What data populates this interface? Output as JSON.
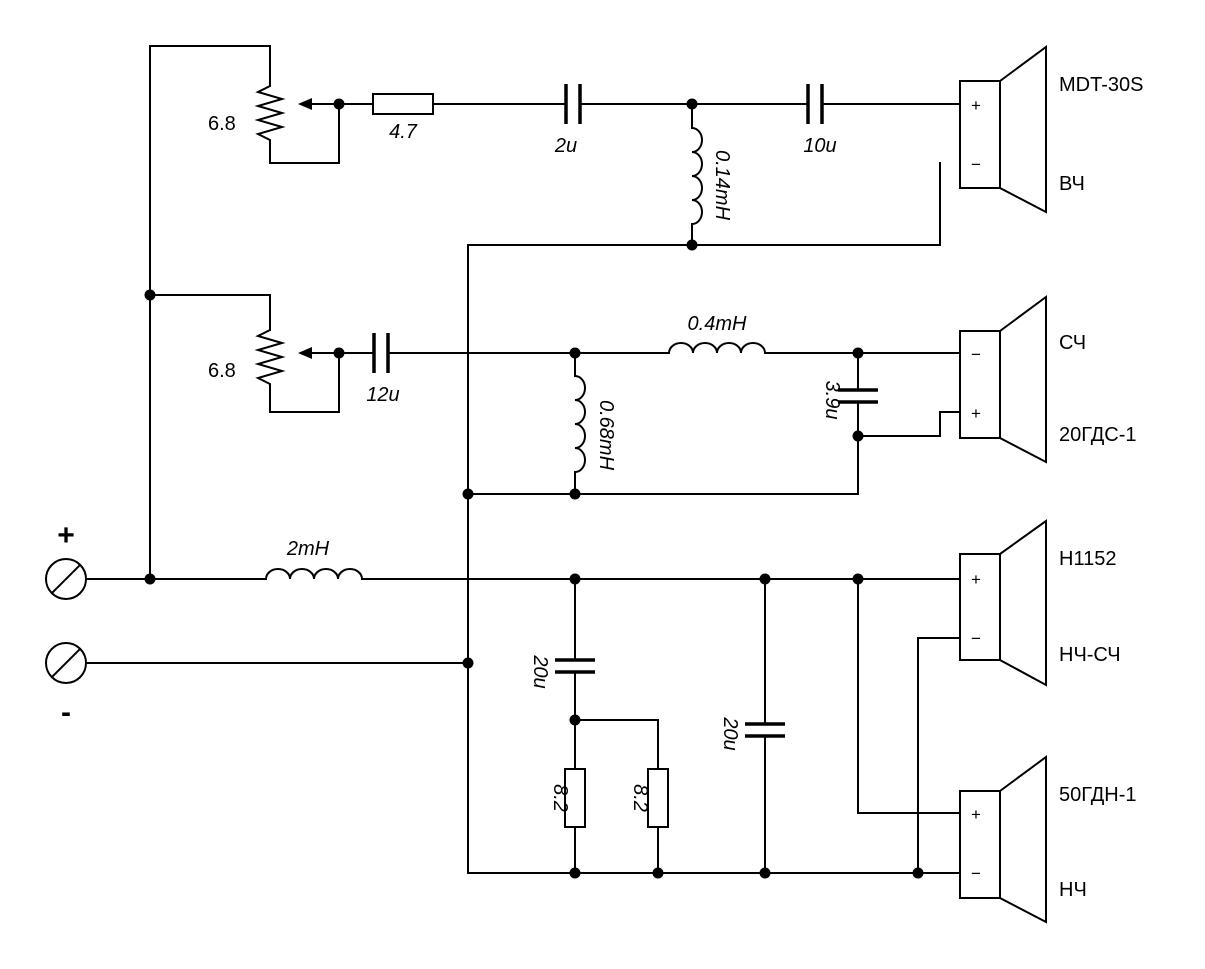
{
  "terminals": {
    "plus": "+",
    "minus": "-"
  },
  "components": {
    "pot_top": "6.8",
    "pot_mid": "6.8",
    "r_tweeter": "4.7",
    "c_tweeter_1": "2u",
    "c_tweeter_2": "10u",
    "l_tweeter": "0.14mH",
    "c_mid_series": "12u",
    "l_mid_series": "0.4mH",
    "l_mid_shunt": "0.68mH",
    "c_mid_shunt": "3.9u",
    "l_bass": "2mH",
    "c_bass_zobel": "20u",
    "c_bass_shunt": "20u",
    "r_bass_1": "8.2",
    "r_bass_2": "8.2"
  },
  "speakers": [
    {
      "model": "MDT-30S",
      "band": "ВЧ",
      "top_pin": "+",
      "bottom_pin": "−"
    },
    {
      "model": "СЧ",
      "band": "20ГДС-1",
      "top_pin": "−",
      "bottom_pin": "+"
    },
    {
      "model": "H1152",
      "band": "НЧ-СЧ",
      "top_pin": "+",
      "bottom_pin": "−"
    },
    {
      "model": "50ГДН-1",
      "band": "НЧ",
      "top_pin": "+",
      "bottom_pin": "−"
    }
  ]
}
